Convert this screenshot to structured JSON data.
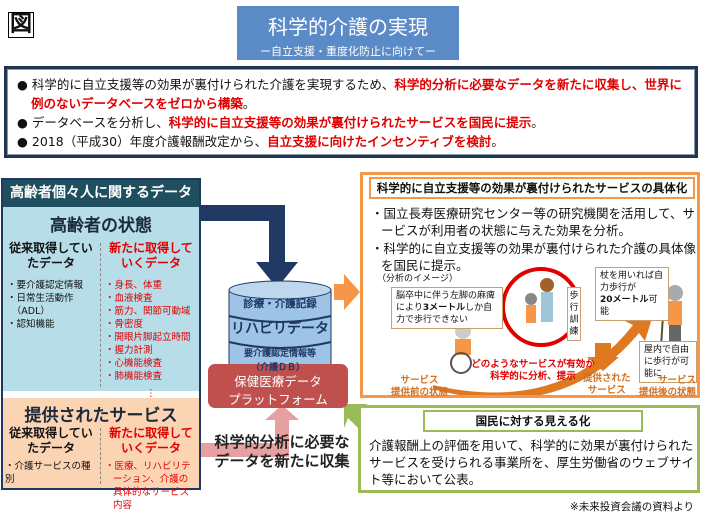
{
  "figure_label": "図",
  "title": {
    "main": "科学的介護の実現",
    "sub": "ー自立支援・重度化防止に向けてー"
  },
  "summary": [
    {
      "plain": "科学的に自立支援等の効果が裏付けられた介護を実現するため、",
      "bold": "科学的分析に必要なデータを新たに収集し、世界に例のないデータベースをゼロから構築",
      "end": "。"
    },
    {
      "plain": "データベースを分析し、",
      "bold": "科学的に自立支援等の効果が裏付けられたサービスを国民に提示",
      "end": "。"
    },
    {
      "plain": "2018（平成30）年度介護報酬改定から、",
      "bold": "自立支援に向けたインセンティブを検討",
      "end": "。"
    }
  ],
  "left": {
    "header": "高齢者個々人に関するデータ",
    "state": {
      "title": "高齢者の状態",
      "old_head": "従来取得していたデータ",
      "old_items": [
        "・要介護認定情報",
        "・日常生活動作",
        "　（ADL）",
        "・認知機能"
      ],
      "new_head": "新たに取得していくデータ",
      "new_items": [
        "・身長、体重",
        "・血液検査",
        "・筋力、関節可動域",
        "・骨密度",
        "・開眼片脚起立時間",
        "・握力計測",
        "・心機能検査",
        "・肺機能検査",
        "⋮"
      ]
    },
    "services": {
      "title": "提供されたサービス",
      "old_head": "従来取得していたデータ",
      "old_items": [
        "・介護サービスの種別"
      ],
      "new_head": "新たに取得していくデータ",
      "new_items": [
        "・医療、リハビリテーション、介護の具体的なサービス内容"
      ]
    }
  },
  "database": {
    "layers": [
      "診療・介護記録",
      "リハビリデータ",
      "要介護認定情報等",
      "（介護ＤＢ）"
    ],
    "platform": [
      "保健医療データ",
      "プラットフォーム"
    ]
  },
  "collect_text": [
    "科学的分析に必要な",
    "データを新たに収集"
  ],
  "concrete": {
    "title": "科学的に自立支援等の効果が裏付けられたサービスの具体化",
    "bullets": [
      "・国立長寿医療研究センター等の研究機関を活用して、サービスが利用者の状態に与えた効果を分析。",
      "・科学的に自立支援等の効果が裏付けられた介護の具体像を国民に提示。"
    ],
    "image_caption": "（分析のイメージ）",
    "before_bubble": {
      "a": "脳卒中に伴う左脚の麻痺により",
      "b": "3メートル",
      "c": "しか自力で歩行できない"
    },
    "training": "歩行訓練",
    "after_bubble": {
      "a": "杖を用いれば自力歩行が",
      "b": "20メートル",
      "c": "可能"
    },
    "indoor_bubble": "屋内で自由に歩行が可能に",
    "analysis": [
      "どのようなサービスが有効か",
      "科学的に分析、提示"
    ],
    "label_before": [
      "サービス",
      "提供前の状態"
    ],
    "label_service": [
      "提供された",
      "サービス"
    ],
    "label_after": [
      "サービス",
      "提供後の状態"
    ]
  },
  "visibility": {
    "title": "国民に対する見える化",
    "body": "介護報酬上の評価を用いて、科学的に効果が裏付けられたサービスを受けられる事業所を、厚生労働省のウェブサイト等において公表。"
  },
  "footnote": "※未来投資会議の資料より",
  "colors": {
    "title_bg": "#5b8bc6",
    "navy": "#1f3864",
    "orange": "#f79646",
    "green": "#9bbb59",
    "platform": "#c0504d",
    "red": "#e00000"
  }
}
